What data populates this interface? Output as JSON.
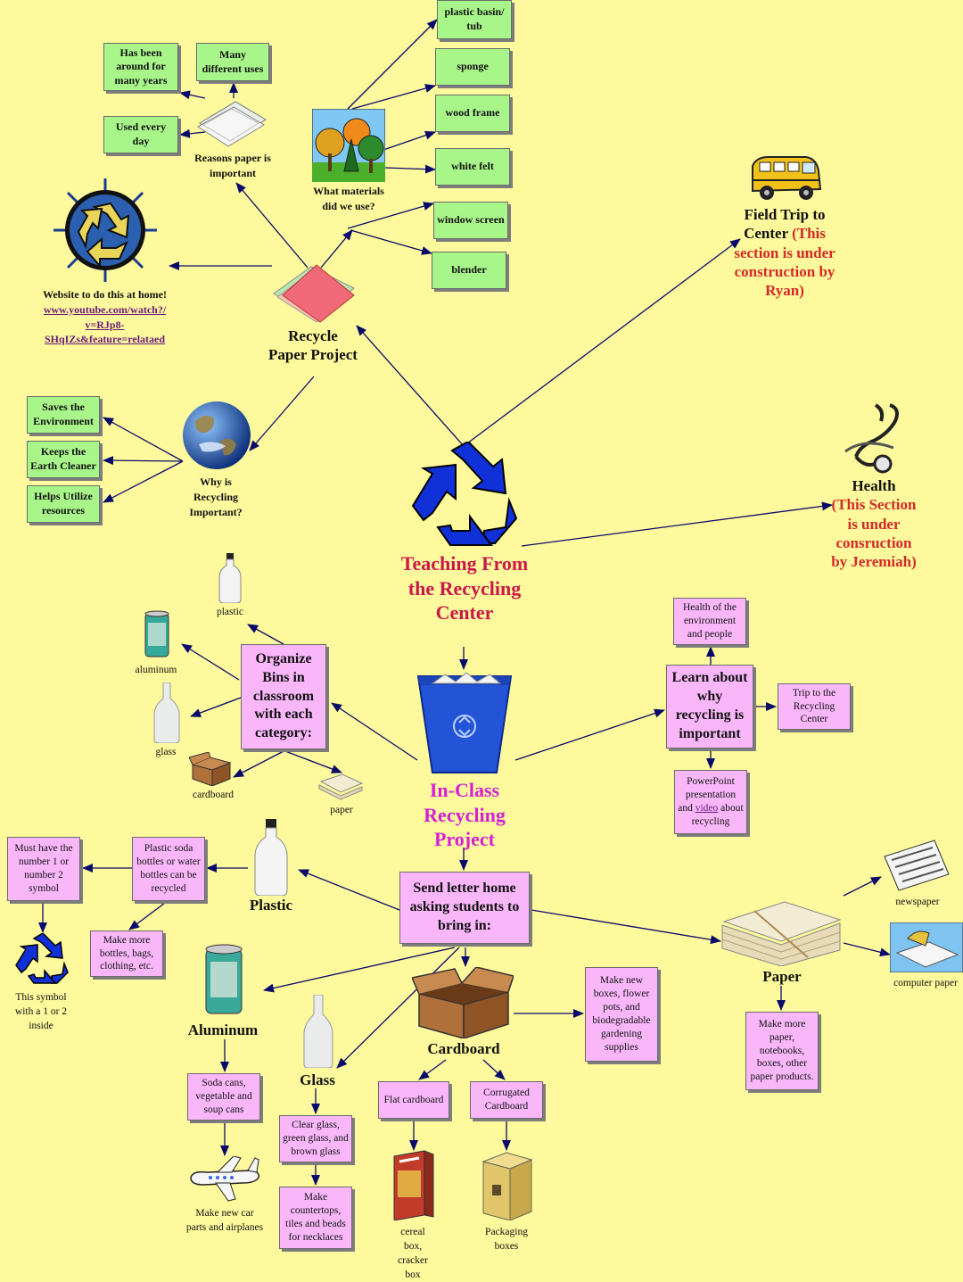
{
  "colors": {
    "background": "#fdf99c",
    "green_box": "#a8f58a",
    "pink_box": "#f9b7fa",
    "arrow": "#0a0a6a",
    "title_teaching": "#c9184a",
    "title_inclass": "#d61fd6",
    "under_construction": "#d42a2a",
    "recycle_blue": "#1030d8"
  },
  "main": {
    "title": "Teaching From the Recycling Center"
  },
  "field_trip": {
    "label": "Field Trip to Center",
    "note": "(This section is under construction by Ryan)",
    "icon": "school-bus-icon"
  },
  "health": {
    "label": "Health",
    "note": "(This Section is under consruction by Jeremiah)",
    "icon": "stethoscope-icon"
  },
  "recycle_paper": {
    "label": "Recycle Paper Project",
    "icon": "paper-stack-icon",
    "reasons": {
      "label": "Reasons paper is important",
      "items": [
        "Has been around for many years",
        "Many different uses",
        "Used every day"
      ]
    },
    "materials": {
      "label": "What materials did we use?",
      "items": [
        "plastic basin/ tub",
        "sponge",
        "wood frame",
        "white felt",
        "window screen",
        "blender"
      ]
    },
    "website": {
      "label": "Website to do this at home!",
      "link_line1": "www.youtube.com/watch?/",
      "link_line2": "v=RJp8-",
      "link_line3": "SHqIZs&feature=relataed"
    }
  },
  "why_recycling": {
    "label": "Why is Recycling Important?",
    "items": [
      "Saves the Environment",
      "Keeps the Earth Cleaner",
      "Helps Utilize resources"
    ]
  },
  "in_class": {
    "title": "In-Class Recycling Project",
    "organize": {
      "label": "Organize Bins in classroom with each category:",
      "items": [
        "plastic",
        "aluminum",
        "glass",
        "cardboard",
        "paper"
      ]
    },
    "learn": {
      "label": "Learn about why recycling is important",
      "health_env": "Health of the environment and people",
      "trip": "Trip to the Recycling Center",
      "ppt_pre": "PowerPoint presentation and",
      "ppt_link": "video",
      "ppt_post": "about recycling"
    },
    "letter": {
      "label": "Send letter home asking students to bring in:"
    }
  },
  "plastic": {
    "label": "Plastic",
    "bottles": "Plastic soda bottles or water bottles can be recycled",
    "number": "Must have the number 1 or number 2 symbol",
    "symbol_note": "This symbol with a 1 or 2 inside",
    "make": "Make more bottles, bags, clothing, etc."
  },
  "aluminum": {
    "label": "Aluminum",
    "cans": "Soda cans, vegetable and soup cans",
    "make": "Make new car parts and airplanes"
  },
  "glass": {
    "label": "Glass",
    "types": "Clear glass, green glass, and brown glass",
    "make": "Make countertops, tiles and beads for necklaces"
  },
  "cardboard": {
    "label": "Cardboard",
    "make": "Make new boxes, flower pots, and biodegradable gardening supplies",
    "flat": "Flat cardboard",
    "corrugated": "Corrugated Cardboard",
    "cereal": "cereal box, cracker box",
    "packaging": "Packaging boxes"
  },
  "paper": {
    "label": "Paper",
    "newspaper": "newspaper",
    "computer": "computer paper",
    "make": "Make more paper, notebooks, boxes, other paper products."
  }
}
